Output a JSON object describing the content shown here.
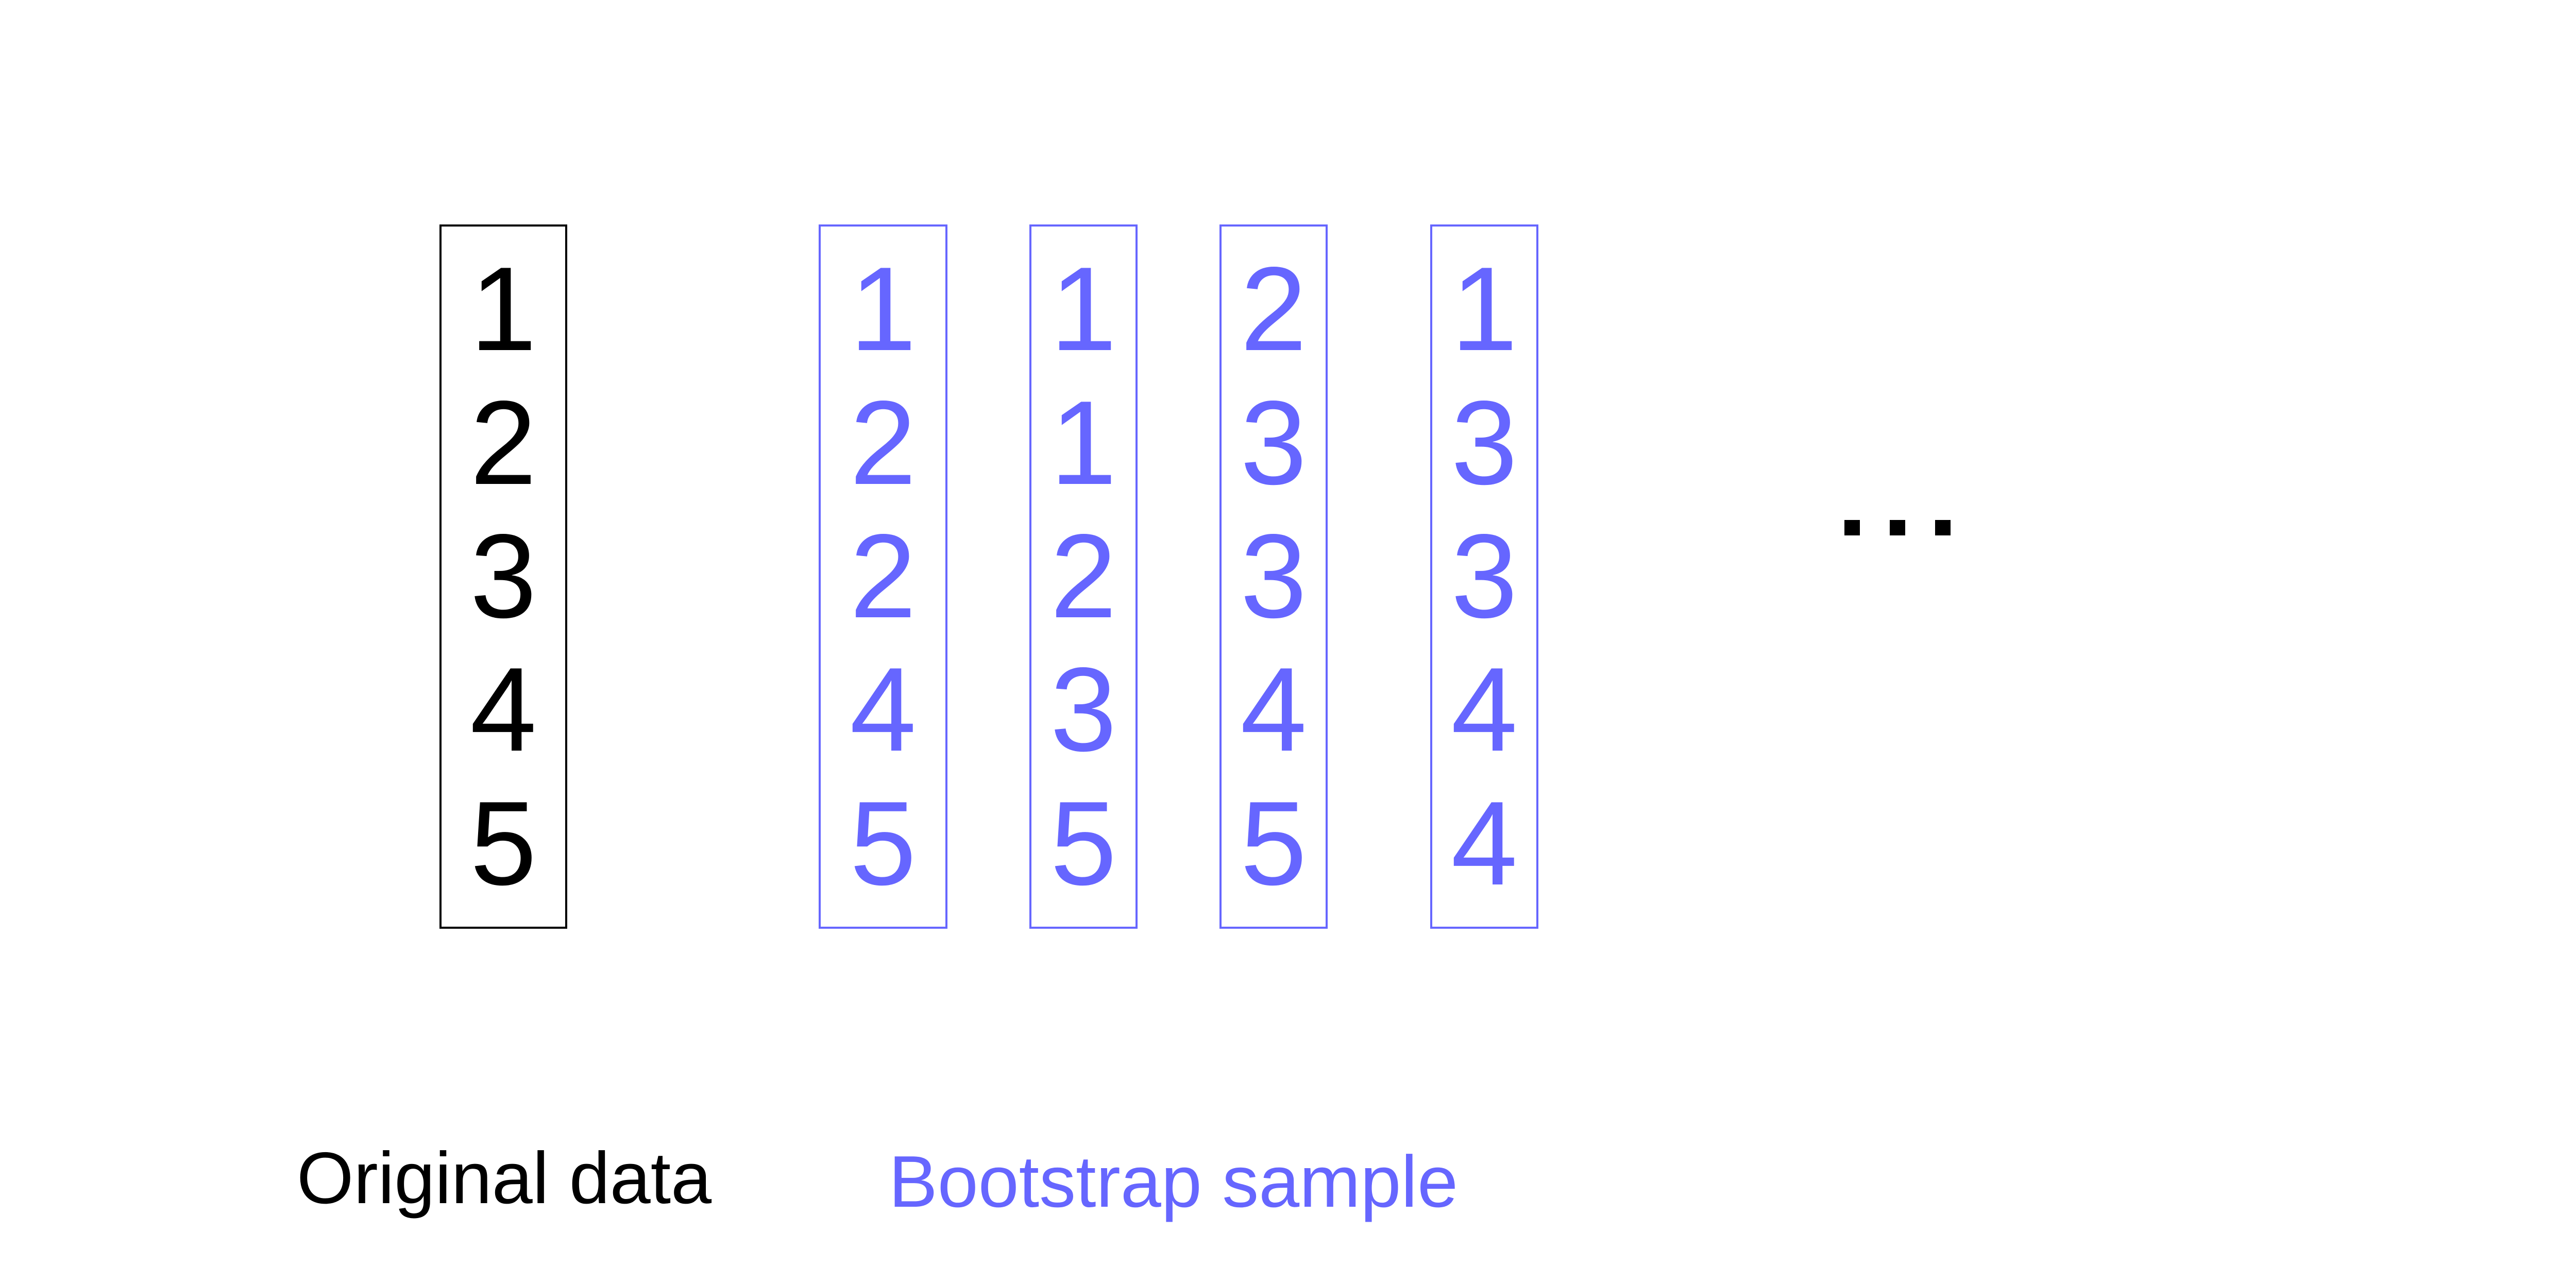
{
  "colors": {
    "original": "#000000",
    "bootstrap": "#6666ff",
    "background": "#ffffff"
  },
  "original": {
    "label": "Original data",
    "values": [
      "1",
      "2",
      "3",
      "4",
      "5"
    ]
  },
  "bootstrap": {
    "label": "Bootstrap sample",
    "samples": [
      [
        "1",
        "2",
        "2",
        "4",
        "5"
      ],
      [
        "1",
        "1",
        "2",
        "3",
        "5"
      ],
      [
        "2",
        "3",
        "3",
        "4",
        "5"
      ],
      [
        "1",
        "3",
        "3",
        "4",
        "4"
      ]
    ]
  },
  "ellipsis": "..."
}
